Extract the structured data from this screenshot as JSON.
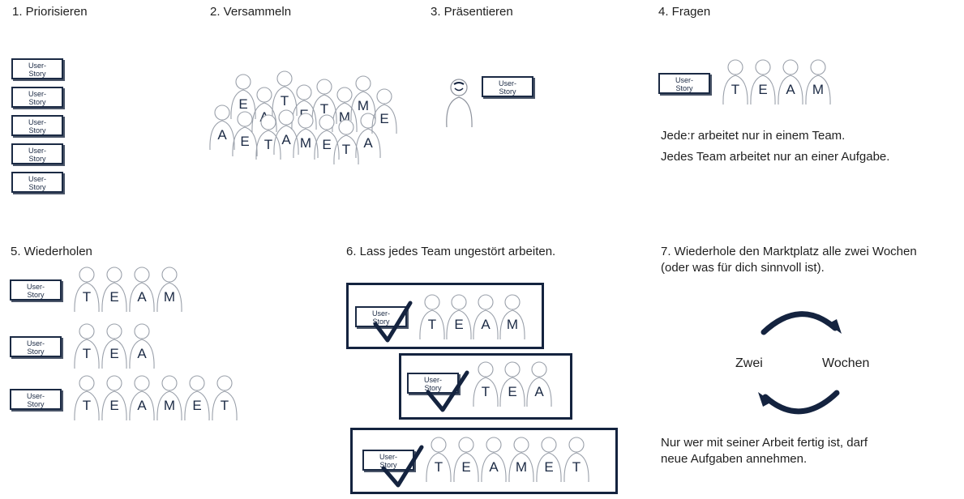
{
  "steps": {
    "s1": "1. Priorisieren",
    "s2": "2. Versammeln",
    "s3": "3. Präsentieren",
    "s4": "4. Fragen",
    "s5": "5. Wiederholen",
    "s6": "6. Lass jedes Team ungestört arbeiten.",
    "s7_line1": "7. Wiederhole den Marktplatz alle zwei Wochen",
    "s7_line2": "(oder was für dich sinnvoll ist)."
  },
  "card": {
    "line1": "User-",
    "line2": "Story"
  },
  "rules": {
    "line1": "Jede:r arbeitet nur in einem Team.",
    "line2": "Jedes Team arbeitet nur an einer Aufgabe."
  },
  "cycle": {
    "left": "Zwei",
    "right": "Wochen"
  },
  "closing": {
    "line1": "Nur wer mit seiner Arbeit fertig ist, darf",
    "line2": "neue Aufgaben annehmen."
  },
  "letters": {
    "team4": [
      "T",
      "E",
      "A",
      "M"
    ],
    "team3": [
      "T",
      "E",
      "A"
    ],
    "team6": [
      "T",
      "E",
      "A",
      "M",
      "E",
      "T"
    ],
    "crowd": [
      "A",
      "E",
      "A",
      "T",
      "E",
      "T",
      "M",
      "M",
      "E",
      "T",
      "A",
      "M",
      "E",
      "T",
      "A",
      "E"
    ]
  },
  "colors": {
    "navy": "#14233f",
    "outline": "#a0a4ad"
  }
}
